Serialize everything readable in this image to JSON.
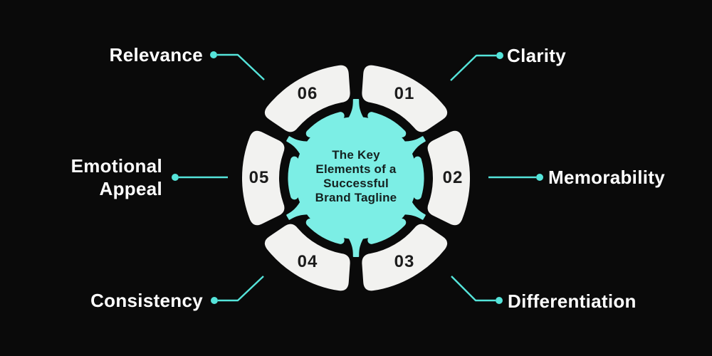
{
  "diagram": {
    "center_title": "The Key\nElements of a\nSuccessful\nBrand Tagline",
    "segments": [
      {
        "number": "01",
        "label": "Clarity"
      },
      {
        "number": "02",
        "label": "Memorability"
      },
      {
        "number": "03",
        "label": "Differentiation"
      },
      {
        "number": "04",
        "label": "Consistency"
      },
      {
        "number": "05",
        "label": "Emotional\nAppeal"
      },
      {
        "number": "06",
        "label": "Relevance"
      }
    ],
    "colors": {
      "background": "#0a0a0a",
      "segment_fill": "#f2f2f0",
      "center_fill": "#7ceee5",
      "connector": "#55e4da",
      "number_text": "#1c1c1c",
      "label_text": "#ffffff",
      "center_text": "#142120"
    }
  }
}
